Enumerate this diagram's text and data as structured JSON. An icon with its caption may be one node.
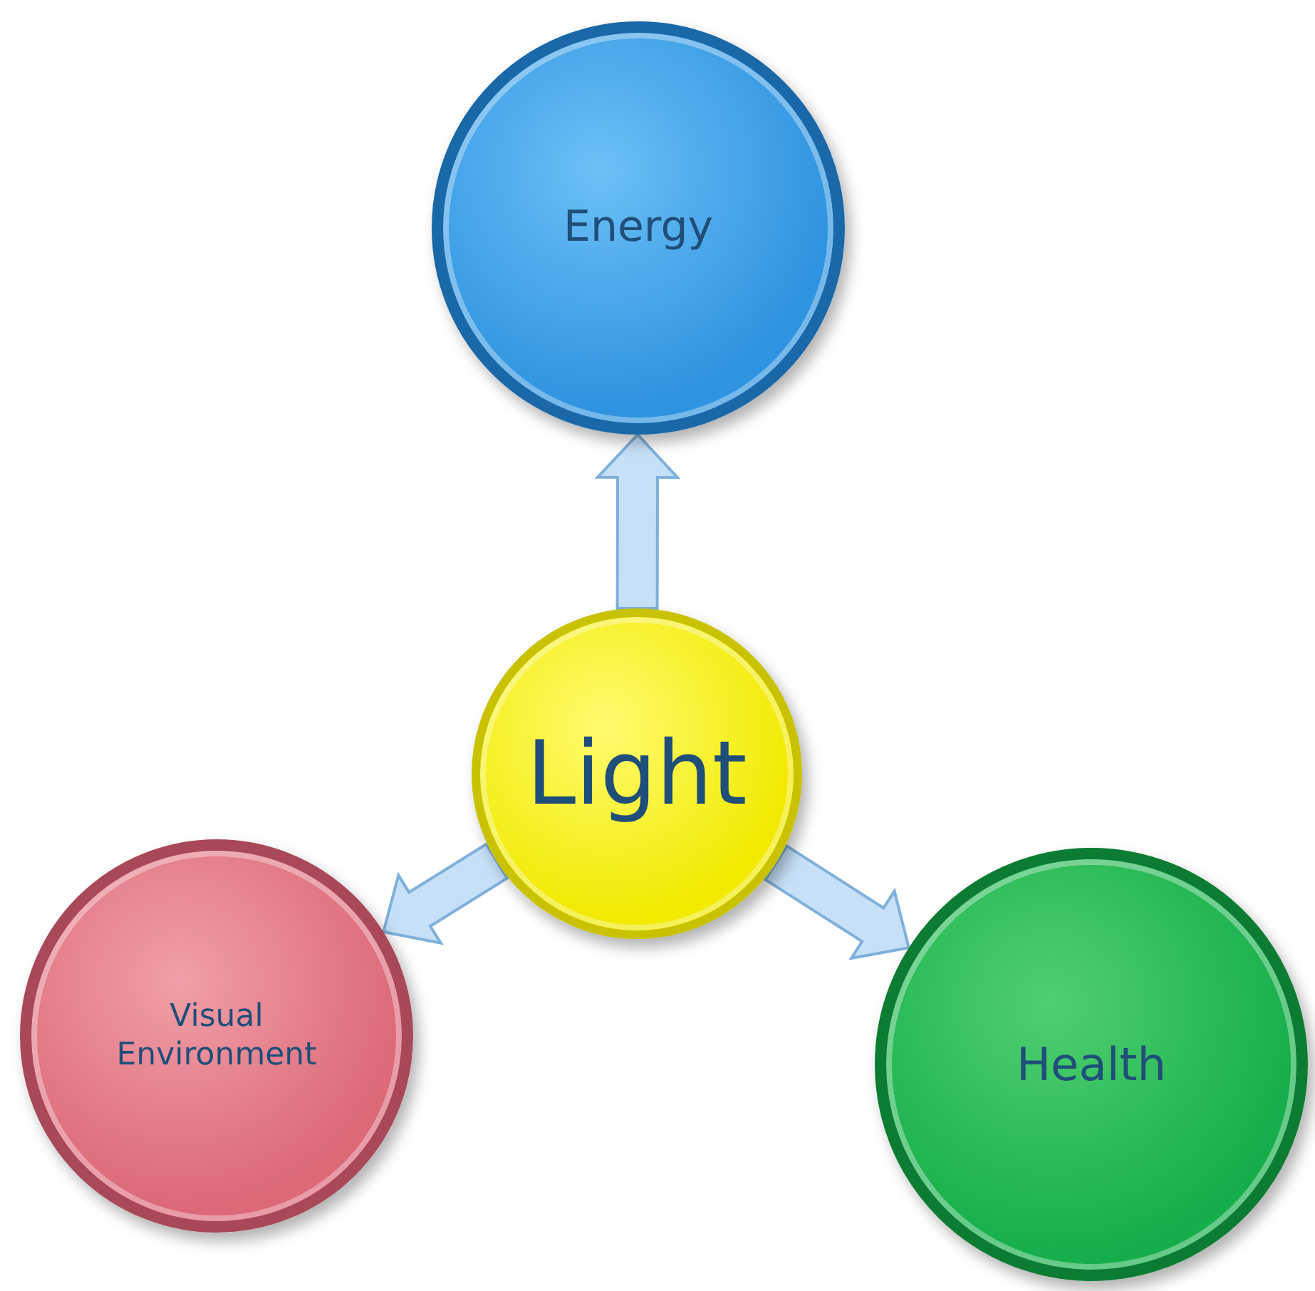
{
  "diagram": {
    "nodes": [
      {
        "text": [
          "Light"
        ]
      },
      {
        "text": [
          "Energy"
        ]
      },
      {
        "text": [
          "Visual Environment"
        ]
      },
      {
        "text": [
          "Health"
        ]
      }
    ],
    "edges": [
      {
        "from": 0,
        "to": 1,
        "arrow": "to"
      },
      {
        "from": 0,
        "to": 2,
        "arrow": "to"
      },
      {
        "from": 0,
        "to": 3,
        "arrow": "to"
      }
    ]
  }
}
